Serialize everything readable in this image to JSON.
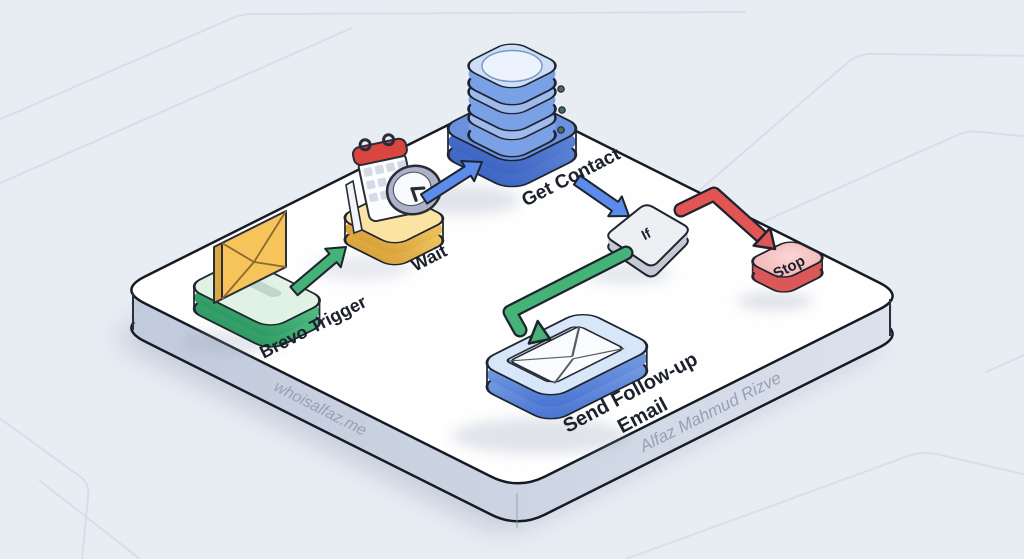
{
  "illustration": {
    "watermark_left": "whoisalfaz.me",
    "watermark_right": "Alfaz Mahmud Rizve",
    "nodes": [
      {
        "id": "brevo-trigger",
        "label": "Brevo Trigger",
        "icon": "envelope-icon",
        "color": "#45B277"
      },
      {
        "id": "wait",
        "label": "Wait",
        "icon": "calendar-clock-icon",
        "color": "#EFBE58"
      },
      {
        "id": "get-contact",
        "label": "Get Contact",
        "icon": "database-icon",
        "color": "#5B8CEC"
      },
      {
        "id": "if",
        "label": "If",
        "icon": "decision-diamond-icon",
        "color": "#EDEFF3"
      },
      {
        "id": "stop",
        "label": "Stop",
        "icon": "stop-button-icon",
        "color": "#E25555"
      },
      {
        "id": "send-followup-email",
        "label": "Send Follow-up Email",
        "label_line1": "Send Follow-up",
        "label_line2": "Email",
        "icon": "envelope-icon",
        "color": "#5B8CEC"
      }
    ],
    "edges": [
      {
        "from": "brevo-trigger",
        "to": "wait",
        "color": "#45B277"
      },
      {
        "from": "wait",
        "to": "get-contact",
        "color": "#5B8CEC"
      },
      {
        "from": "get-contact",
        "to": "if",
        "color": "#5B8CEC"
      },
      {
        "from": "if",
        "to": "stop",
        "color": "#E25555"
      },
      {
        "from": "if",
        "to": "send-followup-email",
        "color": "#45B277"
      }
    ],
    "colors": {
      "background": "#E8EDF4",
      "platform_top": "#FEFEFE",
      "platform_side": "#CBD3E2",
      "outline": "#1E242E",
      "green": "#45B277",
      "blue": "#5B8CEC",
      "red": "#E25555",
      "yellow": "#EFBE58"
    }
  }
}
